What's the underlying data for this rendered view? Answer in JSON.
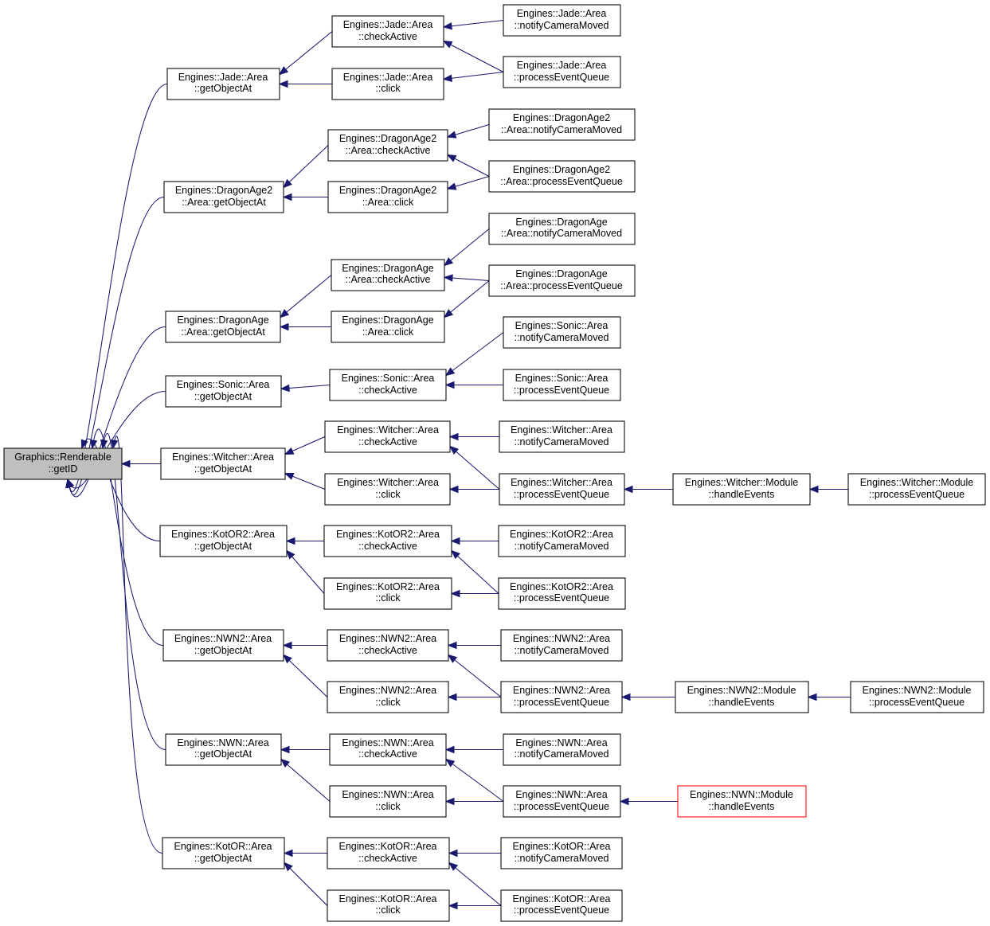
{
  "nodes": {
    "root": [
      "Graphics::Renderable",
      "::getID"
    ],
    "jade_goa": [
      "Engines::Jade::Area",
      "::getObjectAt"
    ],
    "jade_ca": [
      "Engines::Jade::Area",
      "::checkActive"
    ],
    "jade_cl": [
      "Engines::Jade::Area",
      "::click"
    ],
    "jade_ncm": [
      "Engines::Jade::Area",
      "::notifyCameraMoved"
    ],
    "jade_peq": [
      "Engines::Jade::Area",
      "::processEventQueue"
    ],
    "da2_goa": [
      "Engines::DragonAge2",
      "::Area::getObjectAt"
    ],
    "da2_ca": [
      "Engines::DragonAge2",
      "::Area::checkActive"
    ],
    "da2_cl": [
      "Engines::DragonAge2",
      "::Area::click"
    ],
    "da2_ncm": [
      "Engines::DragonAge2",
      "::Area::notifyCameraMoved"
    ],
    "da2_peq": [
      "Engines::DragonAge2",
      "::Area::processEventQueue"
    ],
    "da_goa": [
      "Engines::DragonAge",
      "::Area::getObjectAt"
    ],
    "da_ca": [
      "Engines::DragonAge",
      "::Area::checkActive"
    ],
    "da_cl": [
      "Engines::DragonAge",
      "::Area::click"
    ],
    "da_ncm": [
      "Engines::DragonAge",
      "::Area::notifyCameraMoved"
    ],
    "da_peq": [
      "Engines::DragonAge",
      "::Area::processEventQueue"
    ],
    "sonic_goa": [
      "Engines::Sonic::Area",
      "::getObjectAt"
    ],
    "sonic_ca": [
      "Engines::Sonic::Area",
      "::checkActive"
    ],
    "sonic_ncm": [
      "Engines::Sonic::Area",
      "::notifyCameraMoved"
    ],
    "sonic_peq": [
      "Engines::Sonic::Area",
      "::processEventQueue"
    ],
    "wit_goa": [
      "Engines::Witcher::Area",
      "::getObjectAt"
    ],
    "wit_ca": [
      "Engines::Witcher::Area",
      "::checkActive"
    ],
    "wit_cl": [
      "Engines::Witcher::Area",
      "::click"
    ],
    "wit_ncm": [
      "Engines::Witcher::Area",
      "::notifyCameraMoved"
    ],
    "wit_peq": [
      "Engines::Witcher::Area",
      "::processEventQueue"
    ],
    "wit_mhe": [
      "Engines::Witcher::Module",
      "::handleEvents"
    ],
    "wit_mpeq": [
      "Engines::Witcher::Module",
      "::processEventQueue"
    ],
    "k2_goa": [
      "Engines::KotOR2::Area",
      "::getObjectAt"
    ],
    "k2_ca": [
      "Engines::KotOR2::Area",
      "::checkActive"
    ],
    "k2_cl": [
      "Engines::KotOR2::Area",
      "::click"
    ],
    "k2_ncm": [
      "Engines::KotOR2::Area",
      "::notifyCameraMoved"
    ],
    "k2_peq": [
      "Engines::KotOR2::Area",
      "::processEventQueue"
    ],
    "nwn2_goa": [
      "Engines::NWN2::Area",
      "::getObjectAt"
    ],
    "nwn2_ca": [
      "Engines::NWN2::Area",
      "::checkActive"
    ],
    "nwn2_cl": [
      "Engines::NWN2::Area",
      "::click"
    ],
    "nwn2_ncm": [
      "Engines::NWN2::Area",
      "::notifyCameraMoved"
    ],
    "nwn2_peq": [
      "Engines::NWN2::Area",
      "::processEventQueue"
    ],
    "nwn2_mhe": [
      "Engines::NWN2::Module",
      "::handleEvents"
    ],
    "nwn2_mpeq": [
      "Engines::NWN2::Module",
      "::processEventQueue"
    ],
    "nwn_goa": [
      "Engines::NWN::Area",
      "::getObjectAt"
    ],
    "nwn_ca": [
      "Engines::NWN::Area",
      "::checkActive"
    ],
    "nwn_cl": [
      "Engines::NWN::Area",
      "::click"
    ],
    "nwn_ncm": [
      "Engines::NWN::Area",
      "::notifyCameraMoved"
    ],
    "nwn_peq": [
      "Engines::NWN::Area",
      "::processEventQueue"
    ],
    "nwn_mhe": [
      "Engines::NWN::Module",
      "::handleEvents"
    ],
    "k1_goa": [
      "Engines::KotOR::Area",
      "::getObjectAt"
    ],
    "k1_ca": [
      "Engines::KotOR::Area",
      "::checkActive"
    ],
    "k1_cl": [
      "Engines::KotOR::Area",
      "::click"
    ],
    "k1_ncm": [
      "Engines::KotOR::Area",
      "::notifyCameraMoved"
    ],
    "k1_peq": [
      "Engines::KotOR::Area",
      "::processEventQueue"
    ]
  },
  "edges": [
    [
      "jade_goa",
      "root"
    ],
    [
      "da2_goa",
      "root"
    ],
    [
      "da_goa",
      "root"
    ],
    [
      "sonic_goa",
      "root"
    ],
    [
      "wit_goa",
      "root"
    ],
    [
      "k2_goa",
      "root"
    ],
    [
      "nwn2_goa",
      "root"
    ],
    [
      "nwn_goa",
      "root"
    ],
    [
      "k1_goa",
      "root"
    ],
    [
      "jade_ca",
      "jade_goa"
    ],
    [
      "jade_cl",
      "jade_goa"
    ],
    [
      "jade_ncm",
      "jade_ca"
    ],
    [
      "jade_peq",
      "jade_ca"
    ],
    [
      "jade_peq",
      "jade_cl"
    ],
    [
      "da2_ca",
      "da2_goa"
    ],
    [
      "da2_cl",
      "da2_goa"
    ],
    [
      "da2_ncm",
      "da2_ca"
    ],
    [
      "da2_peq",
      "da2_ca"
    ],
    [
      "da2_peq",
      "da2_cl"
    ],
    [
      "da_ca",
      "da_goa"
    ],
    [
      "da_cl",
      "da_goa"
    ],
    [
      "da_ncm",
      "da_ca"
    ],
    [
      "da_peq",
      "da_ca"
    ],
    [
      "da_peq",
      "da_cl"
    ],
    [
      "sonic_ca",
      "sonic_goa"
    ],
    [
      "sonic_ncm",
      "sonic_ca"
    ],
    [
      "sonic_peq",
      "sonic_ca"
    ],
    [
      "wit_ca",
      "wit_goa"
    ],
    [
      "wit_cl",
      "wit_goa"
    ],
    [
      "wit_ncm",
      "wit_ca"
    ],
    [
      "wit_peq",
      "wit_ca"
    ],
    [
      "wit_peq",
      "wit_cl"
    ],
    [
      "wit_mhe",
      "wit_peq"
    ],
    [
      "wit_mpeq",
      "wit_mhe"
    ],
    [
      "k2_ca",
      "k2_goa"
    ],
    [
      "k2_cl",
      "k2_goa"
    ],
    [
      "k2_ncm",
      "k2_ca"
    ],
    [
      "k2_peq",
      "k2_ca"
    ],
    [
      "k2_peq",
      "k2_cl"
    ],
    [
      "nwn2_ca",
      "nwn2_goa"
    ],
    [
      "nwn2_cl",
      "nwn2_goa"
    ],
    [
      "nwn2_ncm",
      "nwn2_ca"
    ],
    [
      "nwn2_peq",
      "nwn2_ca"
    ],
    [
      "nwn2_peq",
      "nwn2_cl"
    ],
    [
      "nwn2_mhe",
      "nwn2_peq"
    ],
    [
      "nwn2_mpeq",
      "nwn2_mhe"
    ],
    [
      "nwn_ca",
      "nwn_goa"
    ],
    [
      "nwn_cl",
      "nwn_goa"
    ],
    [
      "nwn_ncm",
      "nwn_ca"
    ],
    [
      "nwn_peq",
      "nwn_ca"
    ],
    [
      "nwn_peq",
      "nwn_cl"
    ],
    [
      "nwn_mhe",
      "nwn_peq"
    ],
    [
      "k1_ca",
      "k1_goa"
    ],
    [
      "k1_cl",
      "k1_goa"
    ],
    [
      "k1_ncm",
      "k1_ca"
    ],
    [
      "k1_peq",
      "k1_ca"
    ],
    [
      "k1_peq",
      "k1_cl"
    ]
  ],
  "colors": {
    "edge": "#191970",
    "root_fill": "#bfbfbf",
    "node_border": "#000000",
    "truncated_border": "#ff0000"
  }
}
